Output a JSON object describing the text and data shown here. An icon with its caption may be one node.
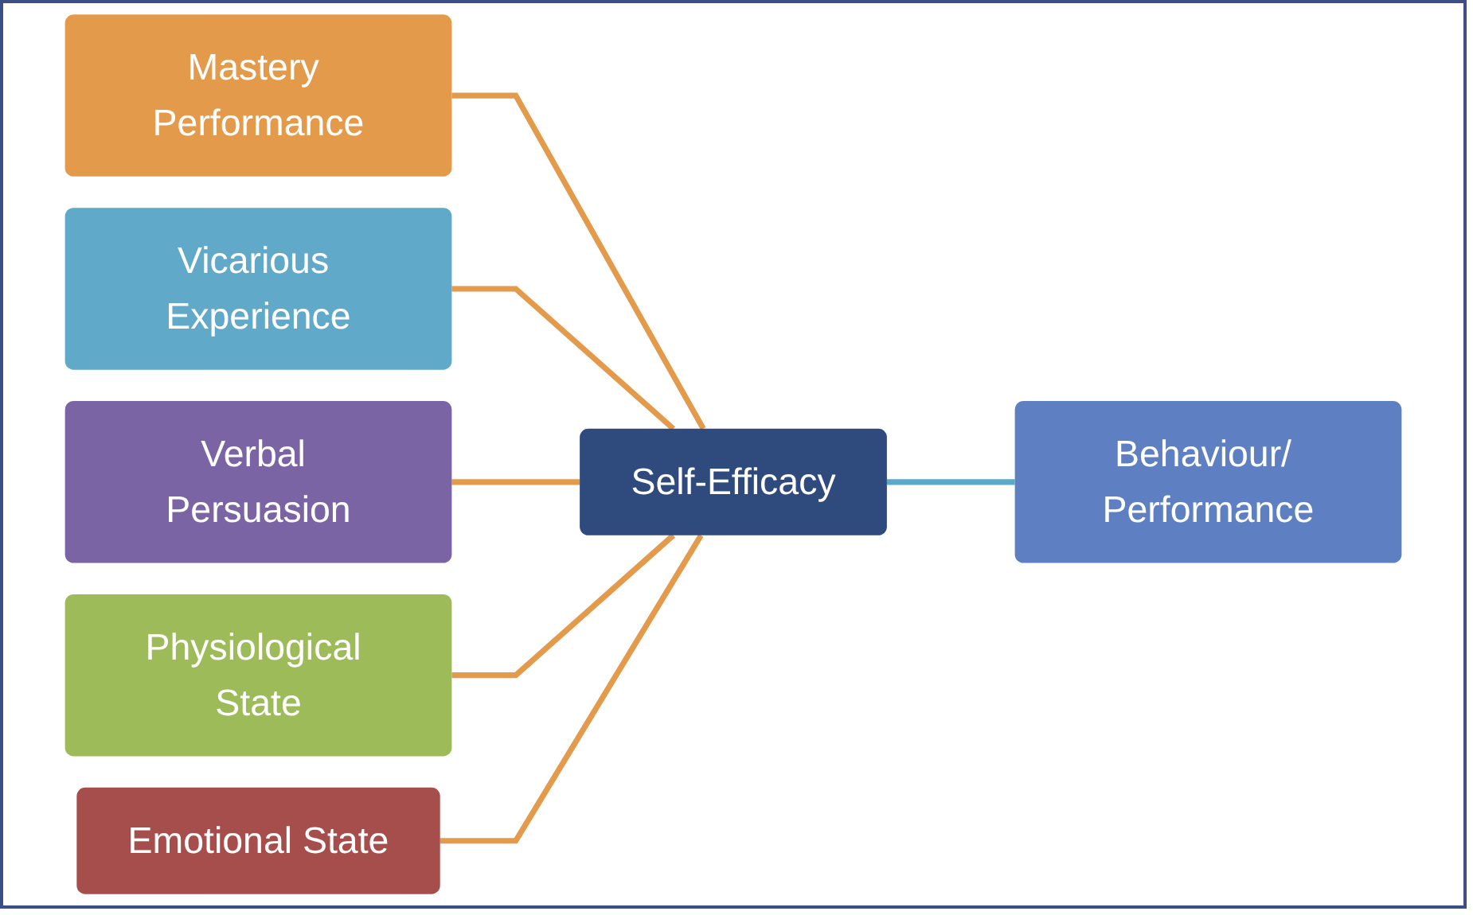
{
  "diagram": {
    "nodes": [
      {
        "text": [
          "Mastery Performance"
        ]
      },
      {
        "text": [
          "Vicarious Experience"
        ]
      },
      {
        "text": [
          "Verbal Persuasion"
        ]
      },
      {
        "text": [
          "Physiological State"
        ]
      },
      {
        "text": [
          "Emotional State"
        ]
      },
      {
        "text": [
          "Self-Efficacy"
        ]
      },
      {
        "text": [
          "Behaviour/ Performance"
        ]
      }
    ],
    "edges": [
      {
        "from": 0,
        "to": 5,
        "arrow": "none"
      },
      {
        "from": 1,
        "to": 5,
        "arrow": "none"
      },
      {
        "from": 2,
        "to": 5,
        "arrow": "none"
      },
      {
        "from": 3,
        "to": 5,
        "arrow": "none"
      },
      {
        "from": 4,
        "to": 5,
        "arrow": "none"
      },
      {
        "from": 5,
        "to": 6,
        "arrow": "none",
        "color": "#5ba9c9"
      }
    ]
  }
}
